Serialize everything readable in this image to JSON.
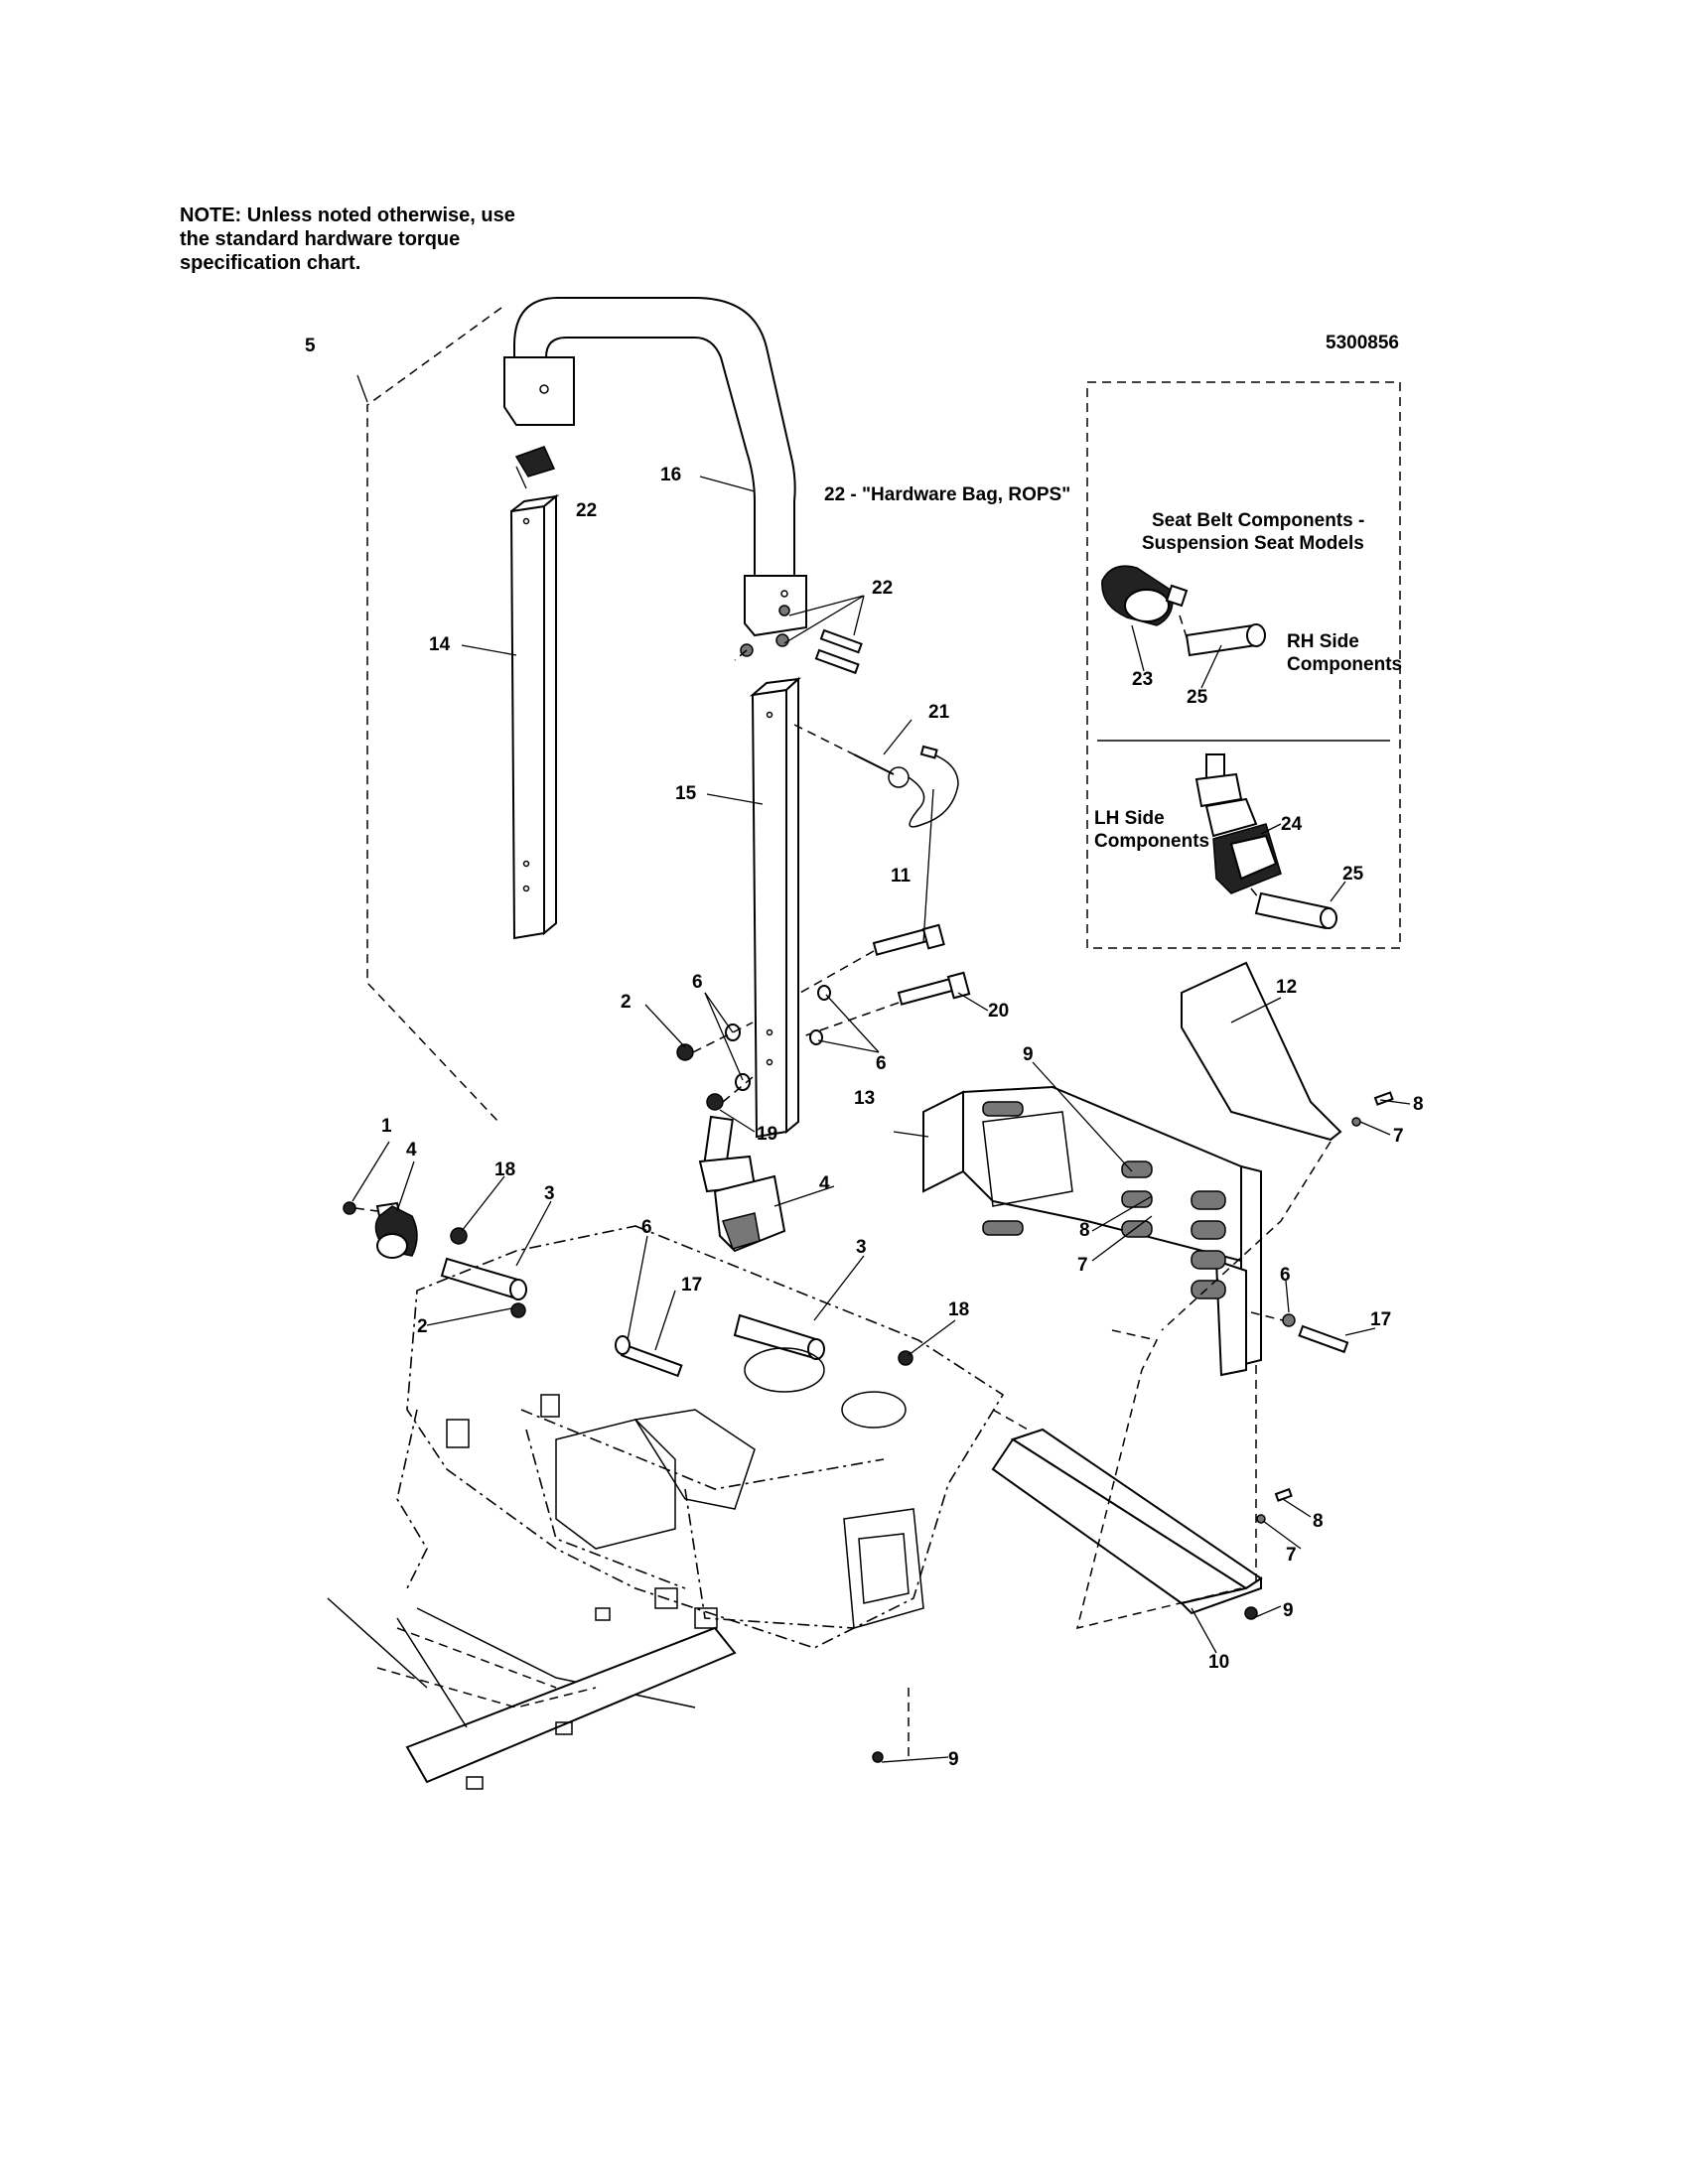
{
  "note": {
    "line1": "NOTE: Unless noted otherwise, use",
    "line2": "the standard hardware torque",
    "line3": "specification chart."
  },
  "diagram_id": "5300856",
  "hardware_bag_label": "22 - \"Hardware Bag, ROPS\"",
  "inset": {
    "title_line1": "Seat Belt Components -",
    "title_line2": "Suspension Seat Models",
    "rh_line1": "RH Side",
    "rh_line2": "Components",
    "lh_line1": "LH Side",
    "lh_line2": "Components"
  },
  "callouts": {
    "c1": "1",
    "c2a": "2",
    "c2b": "2",
    "c3a": "3",
    "c3b": "3",
    "c4a": "4",
    "c4b": "4",
    "c5": "5",
    "c6a": "6",
    "c6b": "6",
    "c6c": "6",
    "c6d": "6",
    "c7a": "7",
    "c7b": "7",
    "c7c": "7",
    "c8a": "8",
    "c8b": "8",
    "c8c": "8",
    "c9a": "9",
    "c9b": "9",
    "c9c": "9",
    "c10": "10",
    "c11": "11",
    "c12": "12",
    "c13": "13",
    "c14": "14",
    "c15": "15",
    "c16": "16",
    "c17a": "17",
    "c17b": "17",
    "c18a": "18",
    "c18b": "18",
    "c19": "19",
    "c20": "20",
    "c21": "21",
    "c22a": "22",
    "c22b": "22",
    "c23": "23",
    "c24": "24",
    "c25a": "25",
    "c25b": "25"
  }
}
